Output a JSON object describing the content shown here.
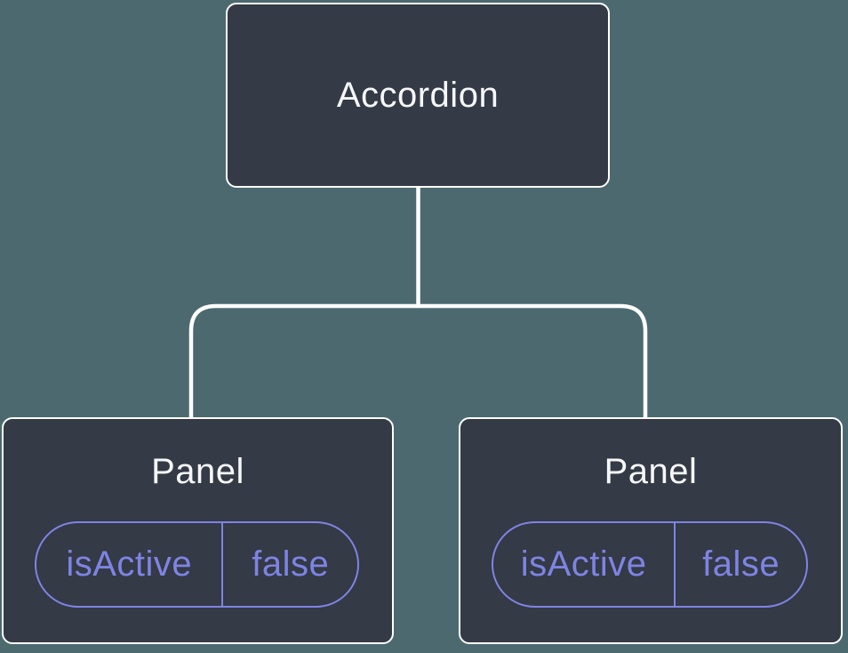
{
  "colors": {
    "background": "#4C6970",
    "node_fill": "#343A46",
    "node_border": "#FFFFFF",
    "node_text": "#F6F7F9",
    "accent_purple": "#7E84E3",
    "connector": "#FFFFFF"
  },
  "tree": {
    "root": {
      "label": "Accordion"
    },
    "children": [
      {
        "label": "Panel",
        "prop": {
          "name": "isActive",
          "value": "false"
        }
      },
      {
        "label": "Panel",
        "prop": {
          "name": "isActive",
          "value": "false"
        }
      }
    ]
  }
}
